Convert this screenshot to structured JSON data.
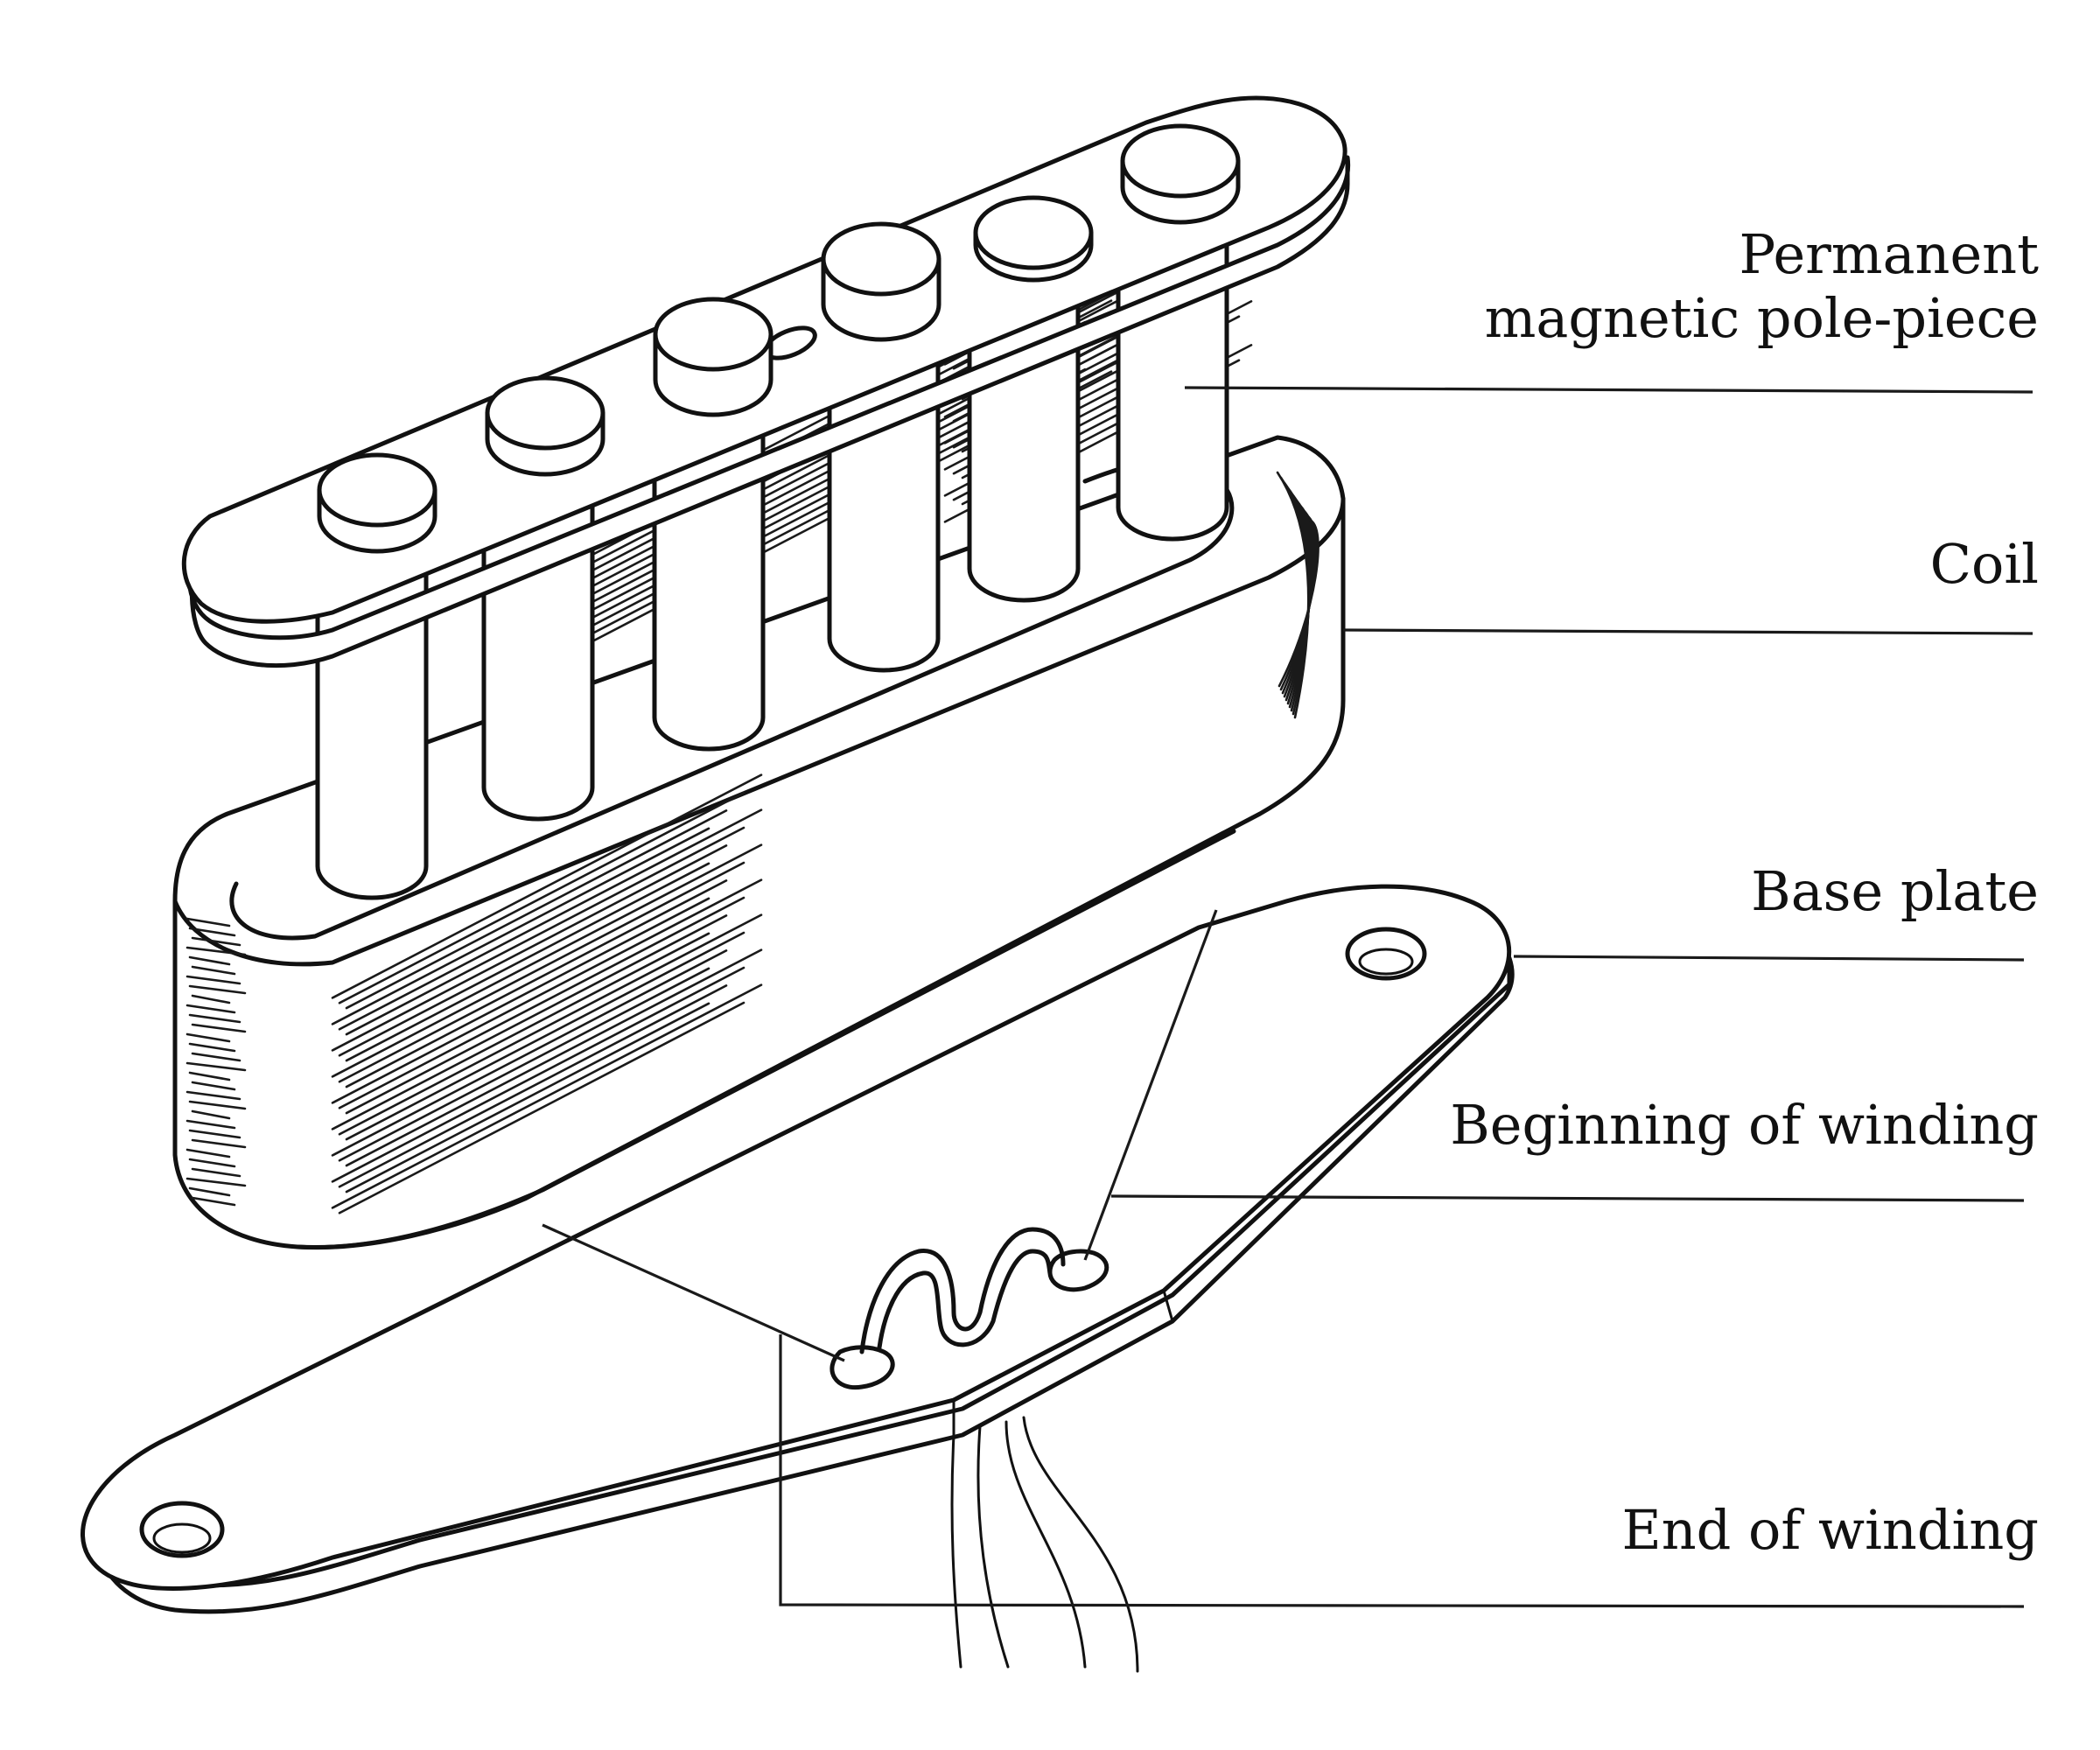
{
  "diagram": {
    "subject": "Single-coil guitar pickup (exploded view)",
    "labels": [
      {
        "id": "pole-piece",
        "lines": [
          "Permanent",
          "magnetic pole-piece"
        ]
      },
      {
        "id": "coil",
        "lines": [
          "Coil"
        ]
      },
      {
        "id": "base-plate",
        "lines": [
          "Base plate"
        ]
      },
      {
        "id": "beginning-of-winding",
        "lines": [
          "Beginning of winding"
        ]
      },
      {
        "id": "end-of-winding",
        "lines": [
          "End of winding"
        ]
      }
    ],
    "parts": {
      "pole_piece_count": 6,
      "mounting_holes": 2,
      "lead_wires": 4
    },
    "colors": {
      "ink": "#111111",
      "background": "#ffffff"
    }
  }
}
